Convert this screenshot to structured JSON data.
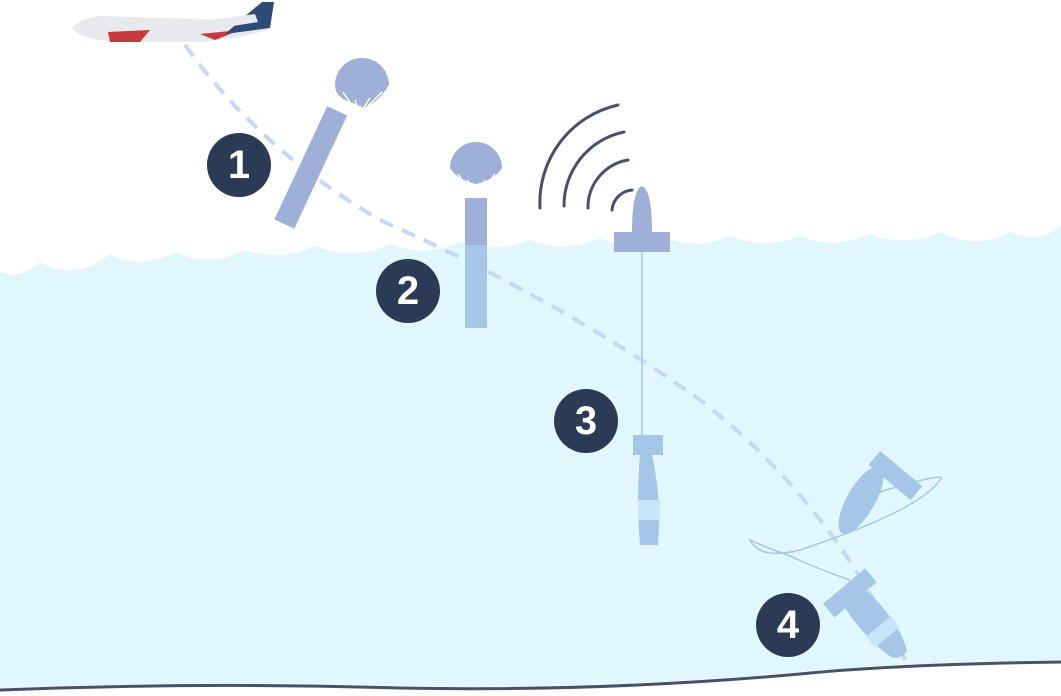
{
  "steps": [
    {
      "label": "1"
    },
    {
      "label": "2"
    },
    {
      "label": "3"
    },
    {
      "label": "4"
    }
  ],
  "colors": {
    "water": "#e0f7fe",
    "badge": "#2b3a55",
    "device_air": "#9fb0d8",
    "device_water": "#a5c6e6",
    "trajectory": "#c5d8f5",
    "seabed": "#4a5068",
    "plane_body": "#e8e9ec",
    "plane_red": "#c8393e",
    "plane_blue": "#2d4a78"
  }
}
